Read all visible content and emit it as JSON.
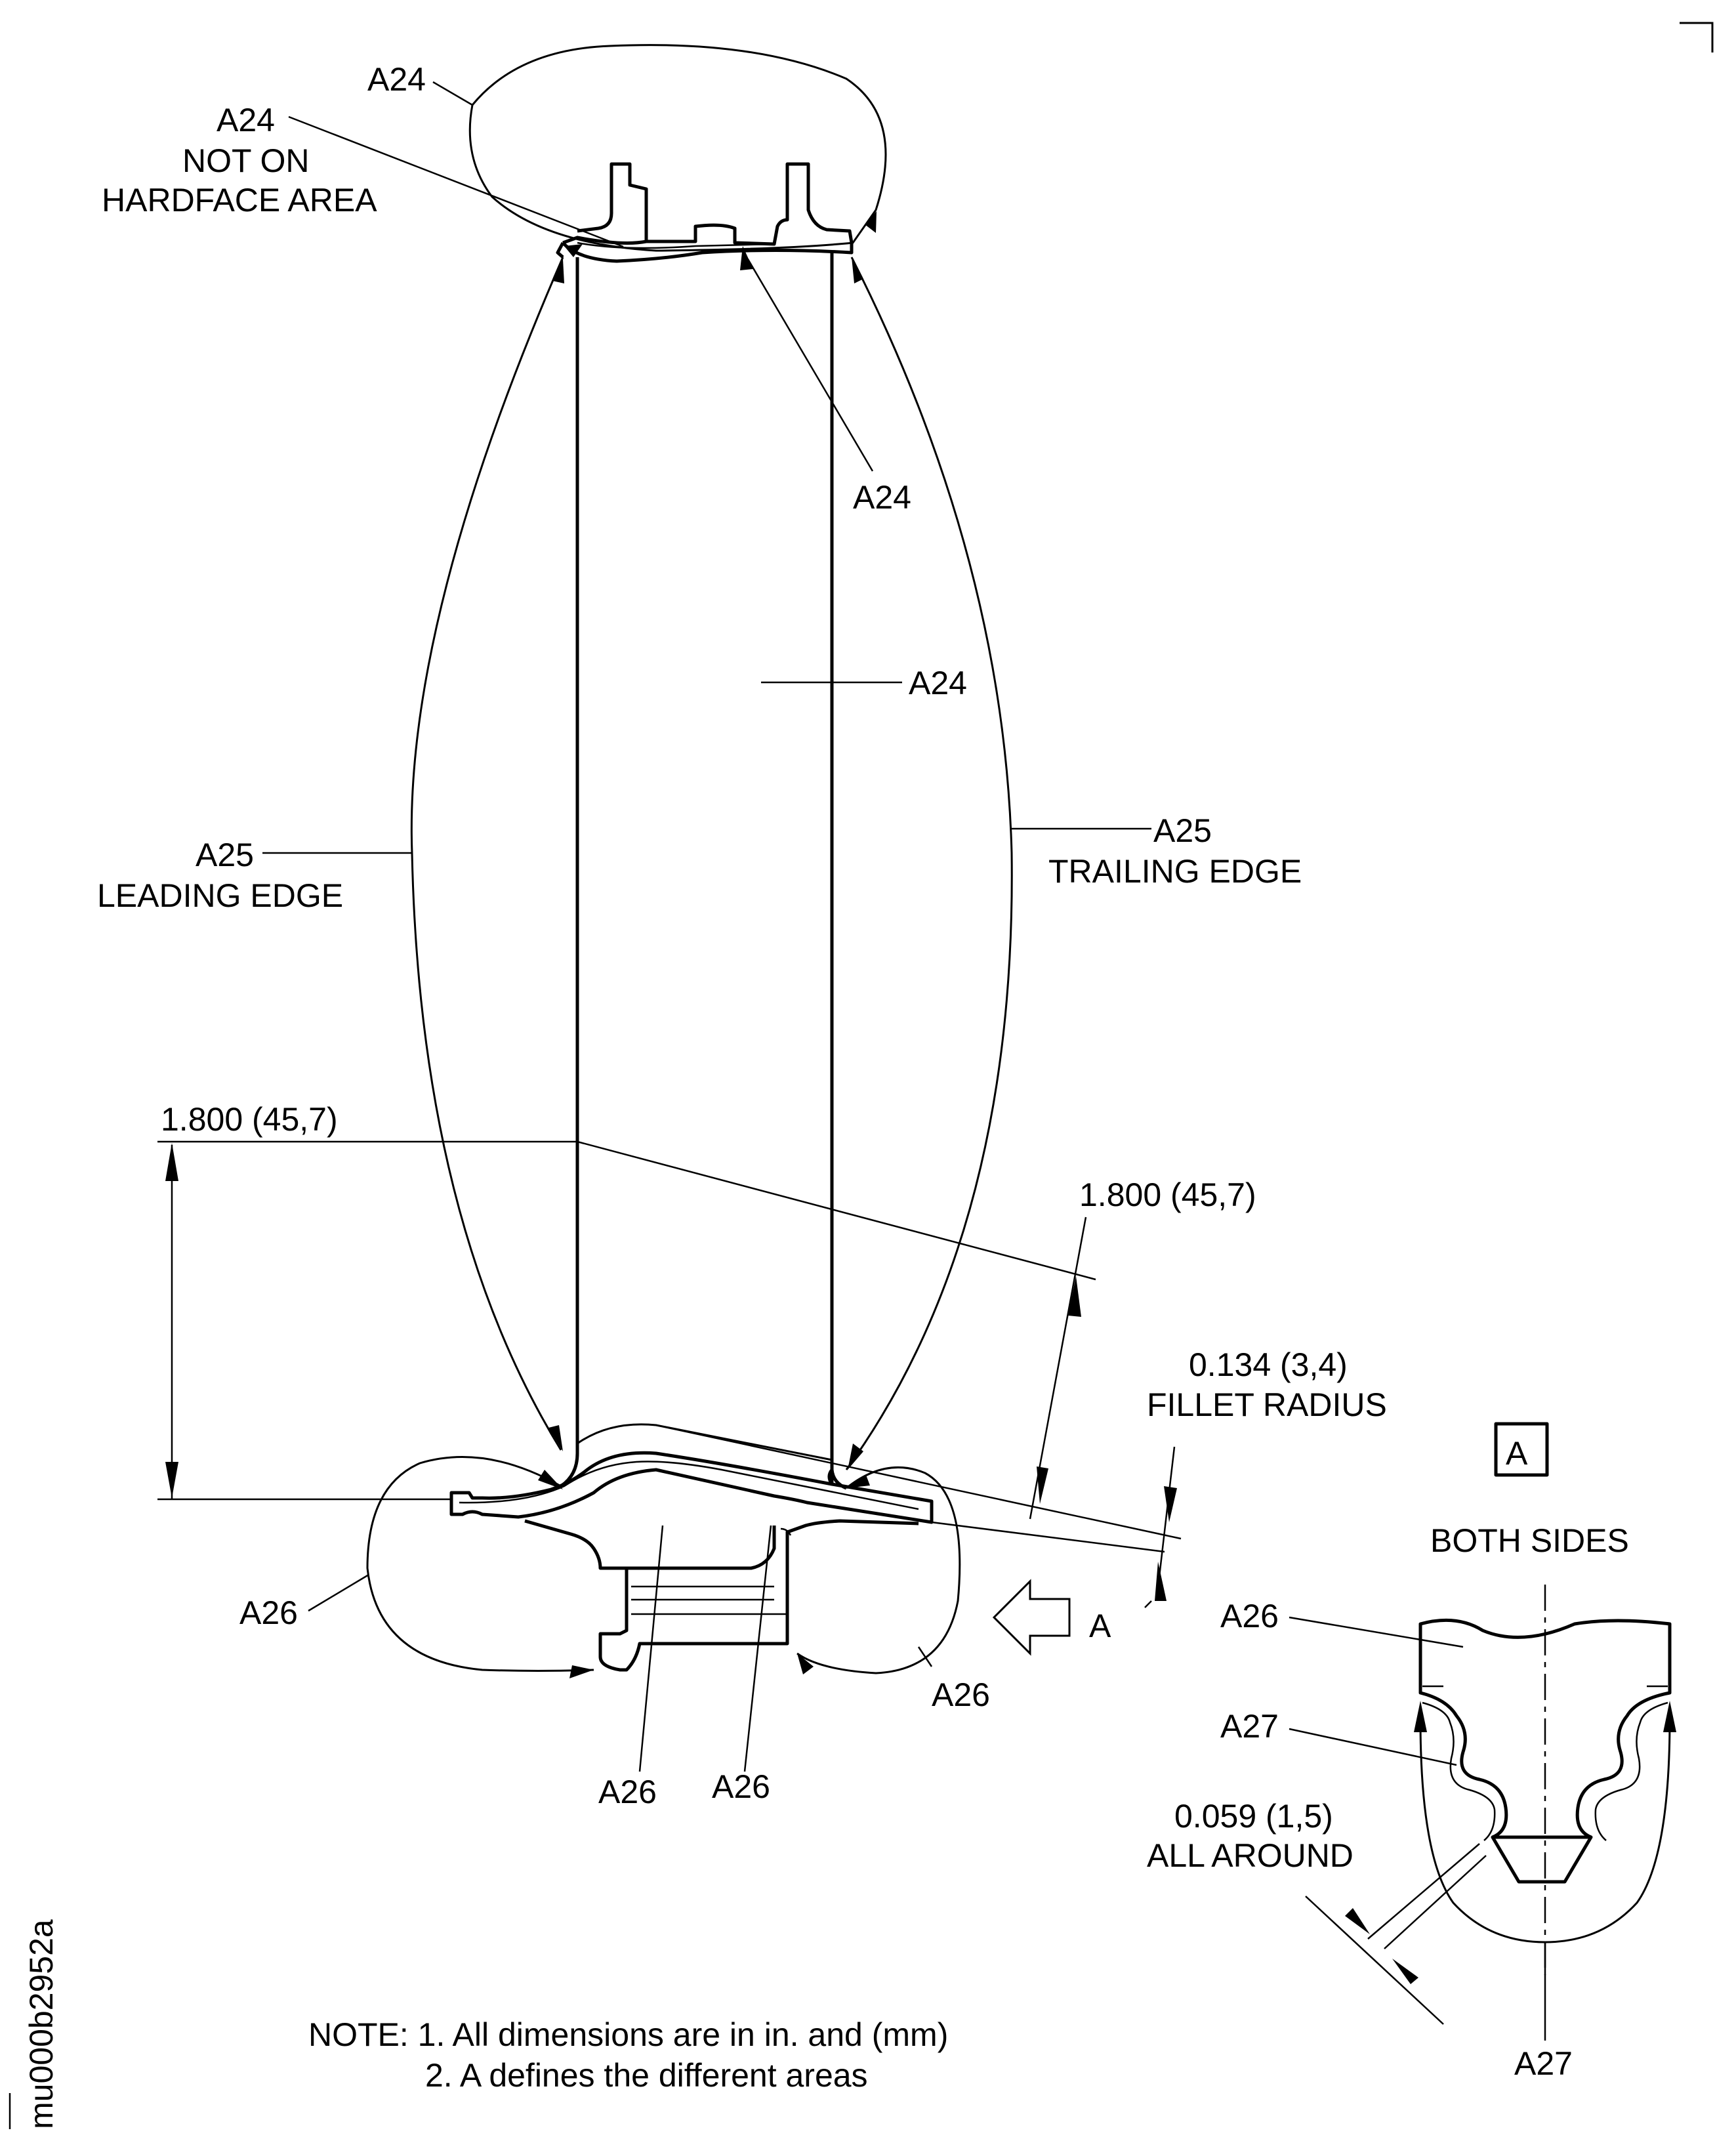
{
  "figure_id": "mu000b2952a",
  "labels": {
    "a24_top": "A24",
    "a24_hardface": [
      "A24",
      "NOT ON",
      "HARDFACE AREA"
    ],
    "a24_upper_right": "A24",
    "a24_center": "A24",
    "a25_leading": [
      "A25",
      "LEADING EDGE"
    ],
    "a25_trailing": [
      "A25",
      "TRAILING EDGE"
    ],
    "a26_left": "A26",
    "a26_right": "A26",
    "a26_bottom_left": "A26",
    "a26_bottom_right": "A26",
    "view_arrow_letter": "A"
  },
  "dimensions": {
    "left_height": "1.800 (45,7)",
    "right_height": "1.800 (45,7)",
    "fillet": [
      "0.134 (3,4)",
      "FILLET RADIUS"
    ]
  },
  "detail_view": {
    "box_letter": "A",
    "caption": "BOTH SIDES",
    "a26": "A26",
    "a27_upper": "A27",
    "a27_lower": "A27",
    "all_around": [
      "0.059 (1,5)",
      "ALL AROUND"
    ]
  },
  "notes": {
    "line1": "NOTE: 1. All dimensions are in in. and (mm)",
    "line2": "2. A defines the different areas"
  }
}
